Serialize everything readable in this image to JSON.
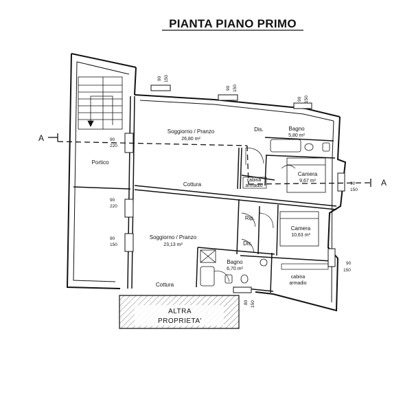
{
  "title": "PIANTA PIANO PRIMO",
  "section_marks": {
    "left": "A",
    "right": "A"
  },
  "other_property": {
    "line1": "ALTRA",
    "line2": "PROPRIETA'"
  },
  "rooms": {
    "soggiorno_1": {
      "name": "Soggiorno / Pranzo",
      "area": "26,80 m²"
    },
    "soggiorno_2": {
      "name": "Soggiorno / Pranzo",
      "area": "23,13 m²"
    },
    "bagno_1": {
      "name": "Bagno",
      "area": "5,80 m²"
    },
    "bagno_2": {
      "name": "Bagno",
      "area": "6,70 m²"
    },
    "camera_1": {
      "name": "Camera",
      "area": "9,67 m²"
    },
    "camera_2": {
      "name": "Camera",
      "area": "10,63 m²"
    },
    "portico": "Portico",
    "cottura_1": "Cottura",
    "cottura_2": "Cottura",
    "dis_1": "Dis.",
    "dis_2": "Dis.",
    "rip": "Rip.",
    "cabina_1": {
      "line1": "cabina",
      "line2": "armadio"
    },
    "cabina_2": {
      "line1": "cabina",
      "line2": "armadio"
    }
  },
  "dimensions": {
    "d90": "90",
    "d150": "150",
    "d220": "220",
    "d80": "80"
  }
}
